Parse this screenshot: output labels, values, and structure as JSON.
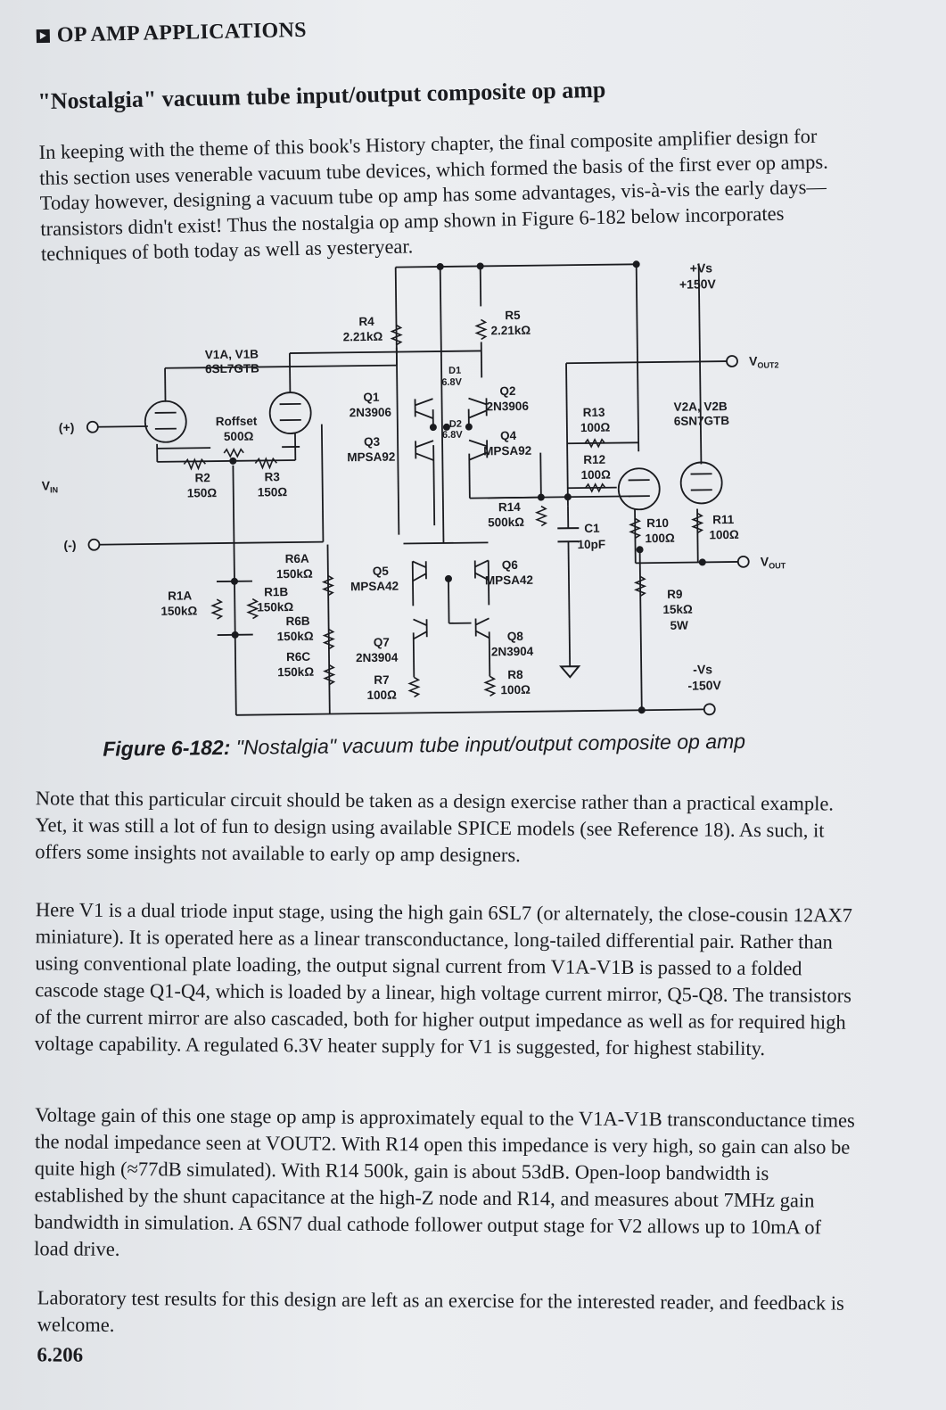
{
  "header": {
    "section": "OP AMP APPLICATIONS"
  },
  "title": "\"Nostalgia\" vacuum tube input/output composite op amp",
  "intro": "In keeping with the theme of this book's History chapter, the final composite amplifier design for this section uses venerable vacuum tube devices, which formed the basis of the first ever op amps. Today however, designing a vacuum tube op amp has some advantages, vis-à-vis the early days— transistors didn't exist! Thus the nostalgia op amp shown in Figure 6-182 below incorporates techniques of both today as well as yesteryear.",
  "schematic": {
    "vs_pos": "+Vs",
    "vs_pos_val": "+150V",
    "vs_neg": "-Vs",
    "vs_neg_val": "-150V",
    "vout2": "V",
    "vout2_sub": "OUT2",
    "vout": "V",
    "vout_sub": "OUT",
    "vin": "V",
    "vin_sub": "IN",
    "in_plus": "(+)",
    "in_minus": "(-)",
    "v1": "V1A, V1B",
    "v1_type": "6SL7GTB",
    "v2": "V2A, V2B",
    "v2_type": "6SN7GTB",
    "roffset": "Roffset",
    "roffset_val": "500Ω",
    "r2": "R2",
    "r2_val": "150Ω",
    "r3": "R3",
    "r3_val": "150Ω",
    "r4": "R4",
    "r4_val": "2.21kΩ",
    "r5": "R5",
    "r5_val": "2.21kΩ",
    "d1": "D1",
    "d1_val": "6.8V",
    "d2": "D2",
    "d2_val": "6.8V",
    "q1": "Q1",
    "q1_type": "2N3906",
    "q2": "Q2",
    "q2_type": "2N3906",
    "q3": "Q3",
    "q3_type": "MPSA92",
    "q4": "Q4",
    "q4_type": "MPSA92",
    "q5": "Q5",
    "q5_type": "MPSA42",
    "q6": "Q6",
    "q6_type": "MPSA42",
    "q7": "Q7",
    "q7_type": "2N3904",
    "q8": "Q8",
    "q8_type": "2N3904",
    "r13": "R13",
    "r13_val": "100Ω",
    "r12": "R12",
    "r12_val": "100Ω",
    "r14": "R14",
    "r14_val": "500kΩ",
    "c1": "C1",
    "c1_val": "10pF",
    "r10": "R10",
    "r10_val": "100Ω",
    "r11": "R11",
    "r11_val": "100Ω",
    "r9": "R9",
    "r9_val": "15kΩ",
    "r9_pwr": "5W",
    "r6a": "R6A",
    "r6a_val": "150kΩ",
    "r6b": "R6B",
    "r6b_val": "150kΩ",
    "r6c": "R6C",
    "r6c_val": "150kΩ",
    "r1a": "R1A",
    "r1a_val": "150kΩ",
    "r1b": "R1B",
    "r1b_val": "150kΩ",
    "r7": "R7",
    "r7_val": "100Ω",
    "r8": "R8",
    "r8_val": "100Ω"
  },
  "caption": {
    "label": "Figure 6-182:",
    "text": " \"Nostalgia\" vacuum tube input/output composite op amp"
  },
  "paragraphs": [
    "Note that this particular circuit should be taken as a design exercise rather than a practical example. Yet, it was still a lot of fun to design using available SPICE models (see Reference 18). As such, it offers some insights not available to early op amp designers.",
    "Here V1 is a dual triode input stage, using the high gain 6SL7 (or alternately, the close-cousin 12AX7 miniature). It is operated here as a linear transconductance, long-tailed differential pair. Rather than using conventional plate loading, the output signal current from V1A-V1B is passed to a folded cascode stage Q1-Q4, which is loaded by a linear, high voltage current mirror, Q5-Q8. The transistors of the current mirror are also cascaded, both for higher output impedance as well as for required high voltage capability. A regulated 6.3V heater supply for V1 is suggested, for highest stability.",
    "Voltage gain of this one stage op amp is approximately equal to the V1A-V1B transconductance times the nodal impedance seen at VOUT2. With R14 open this impedance is very high, so gain can also be quite high (≈77dB simulated). With R14 500k, gain is about 53dB. Open-loop bandwidth is established by the shunt capacitance at the high-Z node and R14, and measures about 7MHz gain bandwidth in simulation. A 6SN7 dual cathode follower output stage for V2 allows up to 10mA of load drive.",
    "Laboratory test results for this design are left as an exercise for the interested reader, and feedback is welcome."
  ],
  "page_number": "6.206"
}
